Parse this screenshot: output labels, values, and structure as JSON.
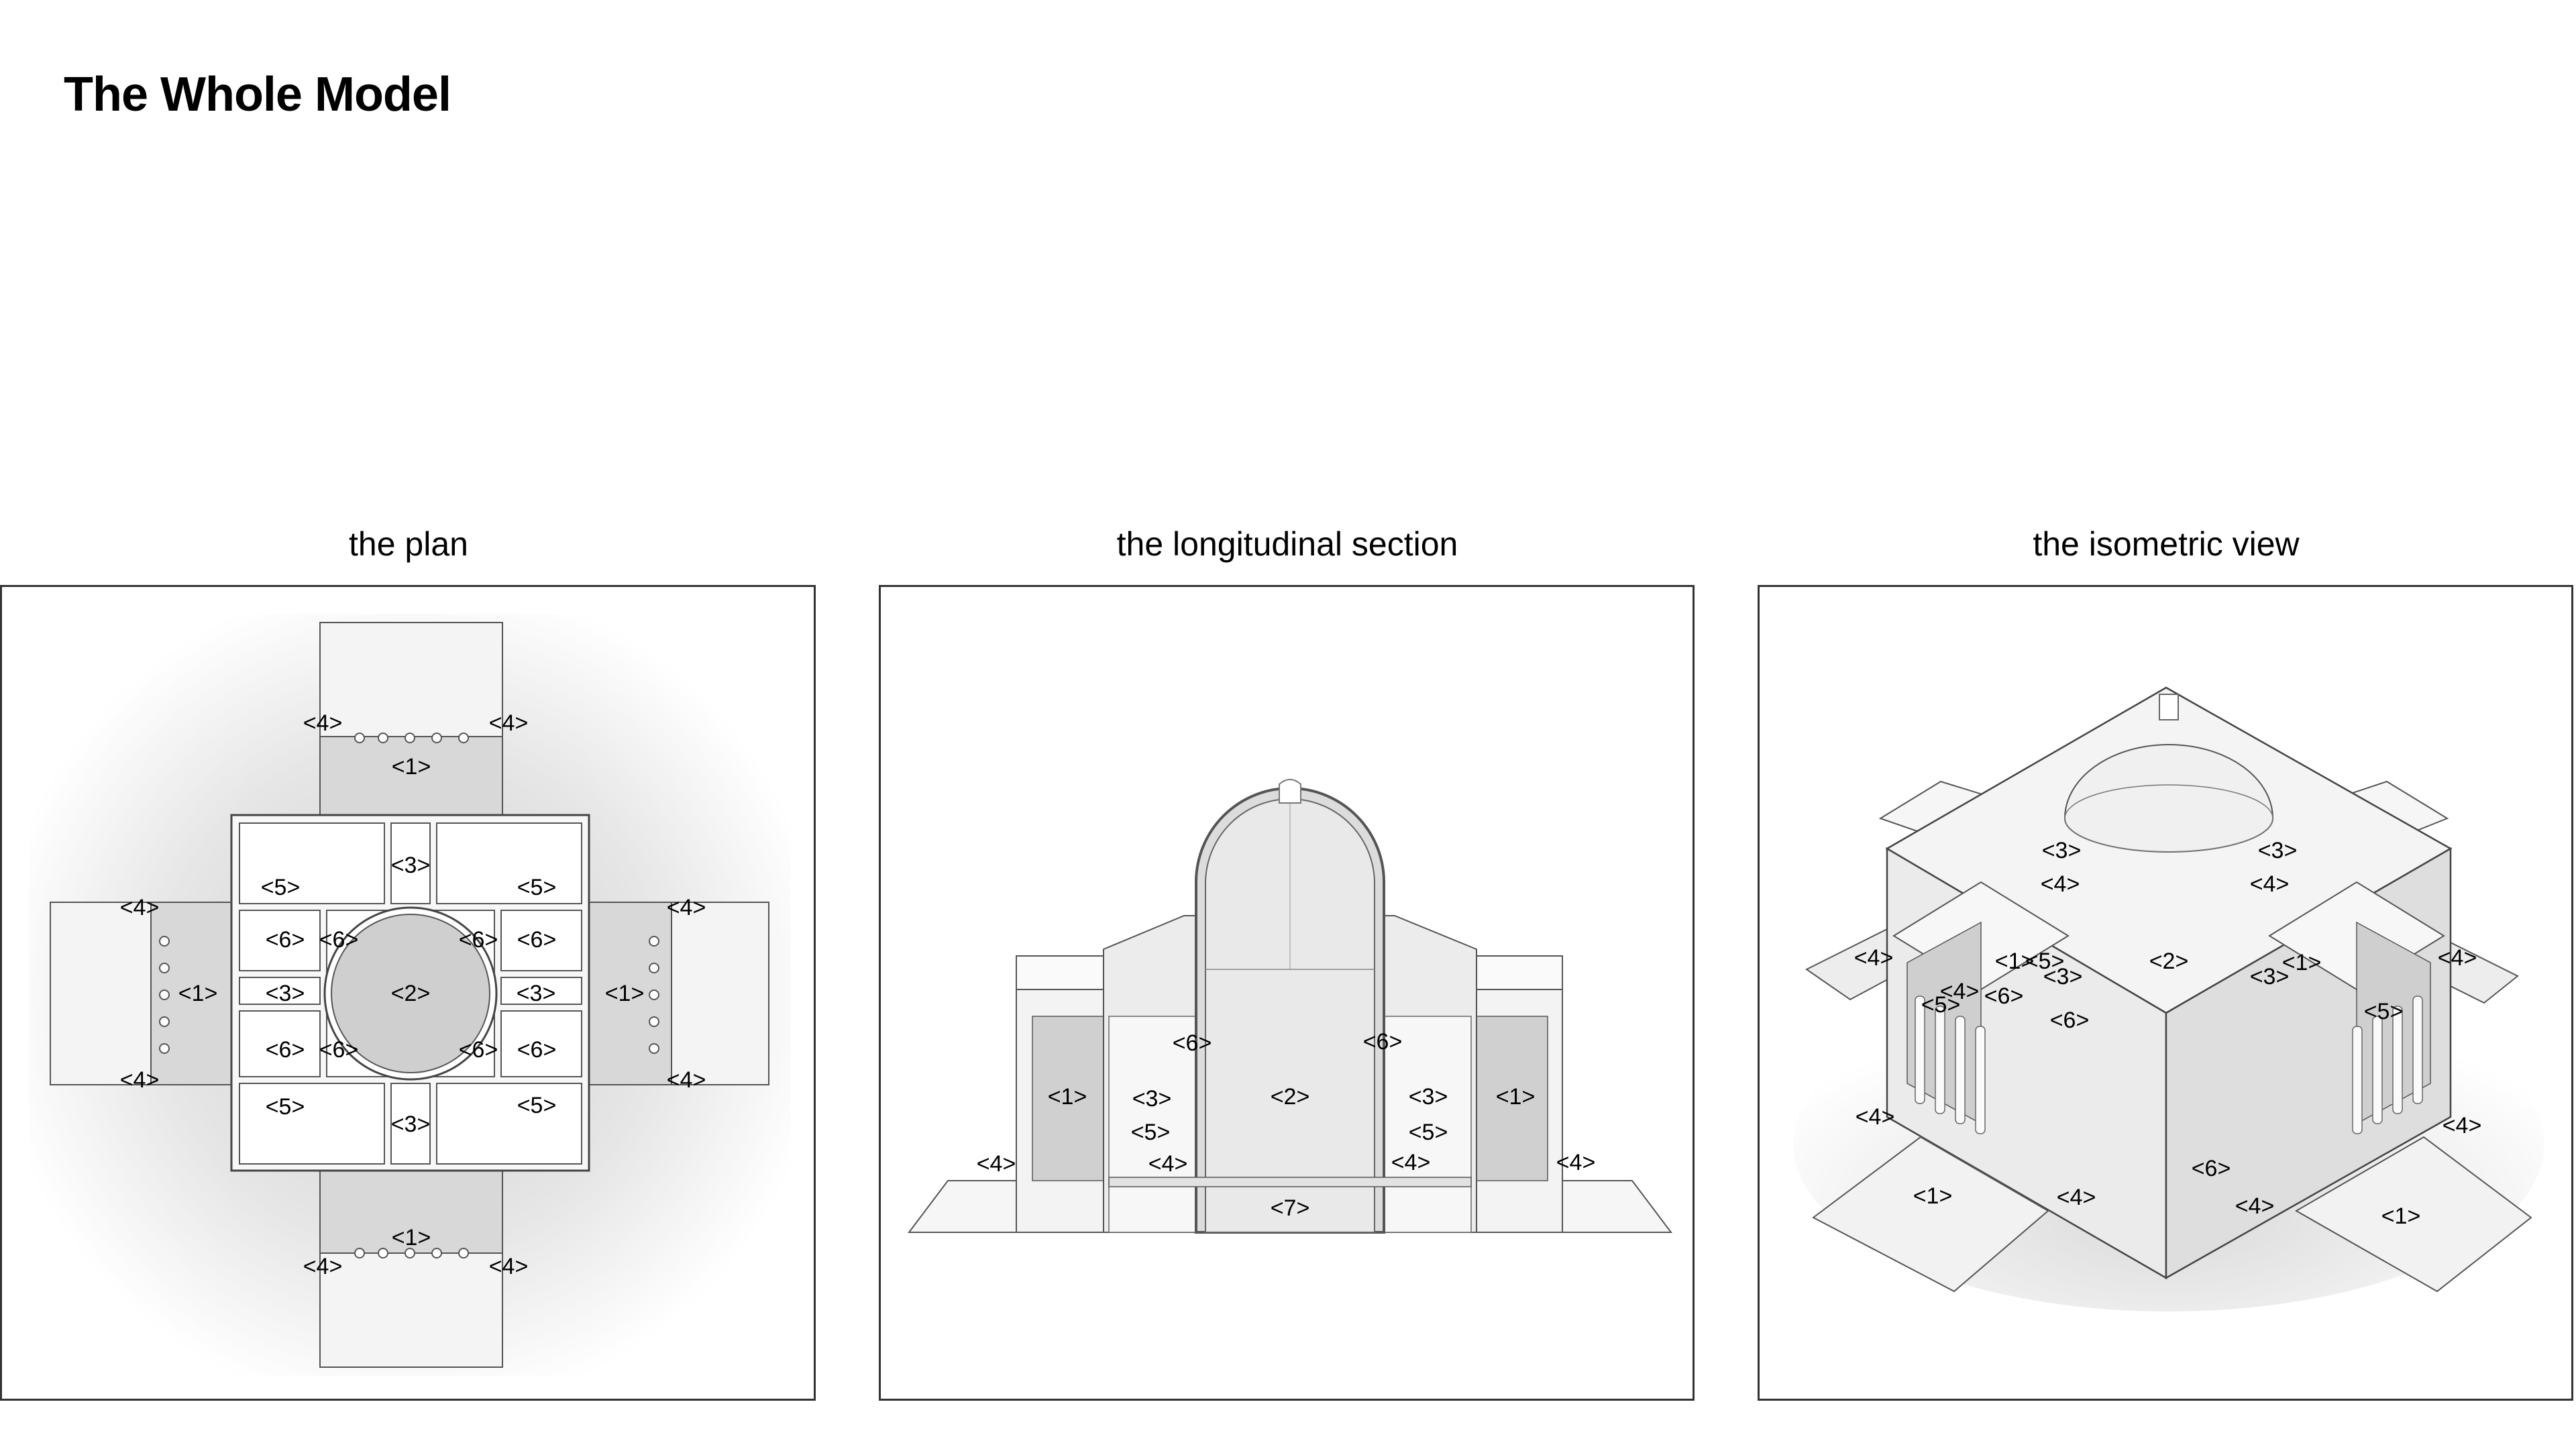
{
  "title": "The Whole Model",
  "panels": [
    {
      "title": "the plan",
      "labels": [
        "<1>",
        "<1>",
        "<1>",
        "<1>",
        "<2>",
        "<3>",
        "<3>",
        "<3>",
        "<3>",
        "<4>",
        "<4>",
        "<4>",
        "<4>",
        "<4>",
        "<4>",
        "<4>",
        "<4>",
        "<5>",
        "<5>",
        "<5>",
        "<5>",
        "<6>",
        "<6>",
        "<6>",
        "<6>",
        "<6>",
        "<6>",
        "<6>",
        "<6>"
      ]
    },
    {
      "title": "the longitudinal section",
      "labels": [
        "<1>",
        "<1>",
        "<2>",
        "<3>",
        "<3>",
        "<4>",
        "<4>",
        "<4>",
        "<4>",
        "<5>",
        "<5>",
        "<6>",
        "<6>",
        "<7>"
      ]
    },
    {
      "title": "the isometric view",
      "labels": [
        "<1>",
        "<1>",
        "<1>",
        "<1>",
        "<2>",
        "<3>",
        "<3>",
        "<3>",
        "<3>",
        "<4>",
        "<4>",
        "<4>",
        "<4>",
        "<4>",
        "<4>",
        "<4>",
        "<4>",
        "<4>",
        "<5>",
        "<5>",
        "<5>",
        "<6>",
        "<6>",
        "<6>"
      ]
    }
  ],
  "colors": {
    "line": "#444444",
    "fill_light": "#f2f2f2",
    "fill_mid": "#d9d9d9",
    "fill_dark": "#c4c4c4"
  }
}
